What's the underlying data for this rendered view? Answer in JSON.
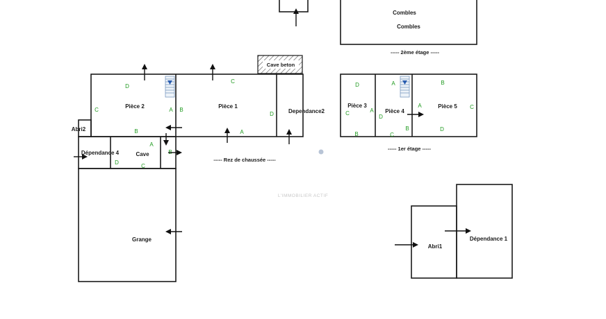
{
  "rooms": {
    "combles_1": "Combles",
    "combles_2": "Combles",
    "cave_beton": "Cave beton",
    "piece_2": "Pièce 2",
    "piece_1": "Pièce 1",
    "dependance_2": "Dependance2",
    "abri_2": "Abri2",
    "dependance_4": "Dépendance 4",
    "cave": "Cave",
    "grange": "Grange",
    "piece_3": "Pièce 3",
    "piece_4": "Pièce 4",
    "piece_5": "Pièce 5",
    "abri_1": "Abri1",
    "dependance_1": "Dépendance 1"
  },
  "levels": {
    "deuxieme_etage": "----- 2ème étage -----",
    "rez_de_chaussee": "----- Rez de chaussée -----",
    "premier_etage": "----- 1er étage -----"
  },
  "watermark": "L'IMMOBILIER ACTIF",
  "wall_letters": {
    "p2_top": "D",
    "p2_left": "C",
    "p2_right": "A",
    "p2_bottom": "B",
    "p1_left": "B",
    "p1_top": "C",
    "p1_right": "D",
    "p1_bottom": "A",
    "cave_top": "A",
    "cave_left": "D",
    "cave_bottom": "C",
    "cave_right": "B",
    "p3_top": "D",
    "p3_left": "C",
    "p3_right": "A",
    "p3_bottom": "B",
    "p4_top": "A",
    "p4_left": "D",
    "p4_bottom": "C",
    "p4_right": "B",
    "p5_top": "B",
    "p5_left": "A",
    "p5_right": "C",
    "p5_bottom": "D"
  },
  "colors": {
    "wall": "#1a1a1a",
    "wall_letter": "#1f9a1f",
    "stair_arrow": "#2a5db0",
    "hatch": "#555555",
    "marker_dot": "#b8c4d6"
  },
  "icons": {
    "arrow": "arrow-icon",
    "stair": "stair-icon",
    "hatch": "hatch-pattern"
  }
}
